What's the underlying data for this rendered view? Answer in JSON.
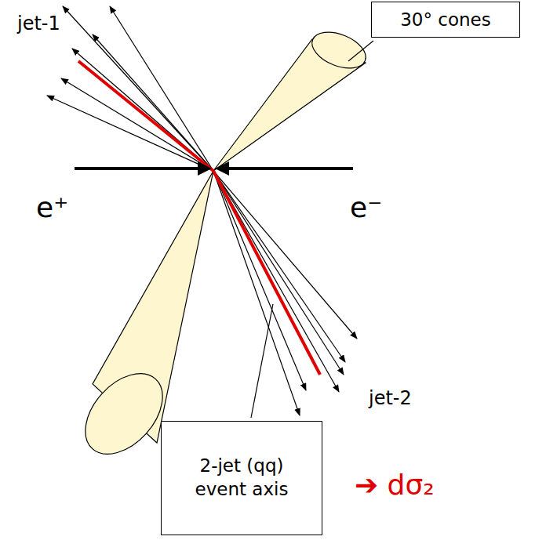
{
  "diagram": {
    "nodes": [
      {
        "text": [
          "30° cones"
        ]
      },
      {
        "text": [
          "2-jet (qq) event axis"
        ]
      }
    ],
    "labels": [
      "jet-1",
      "e⁺",
      "e⁻",
      "jet-2",
      "➔ dσ₂"
    ]
  }
}
